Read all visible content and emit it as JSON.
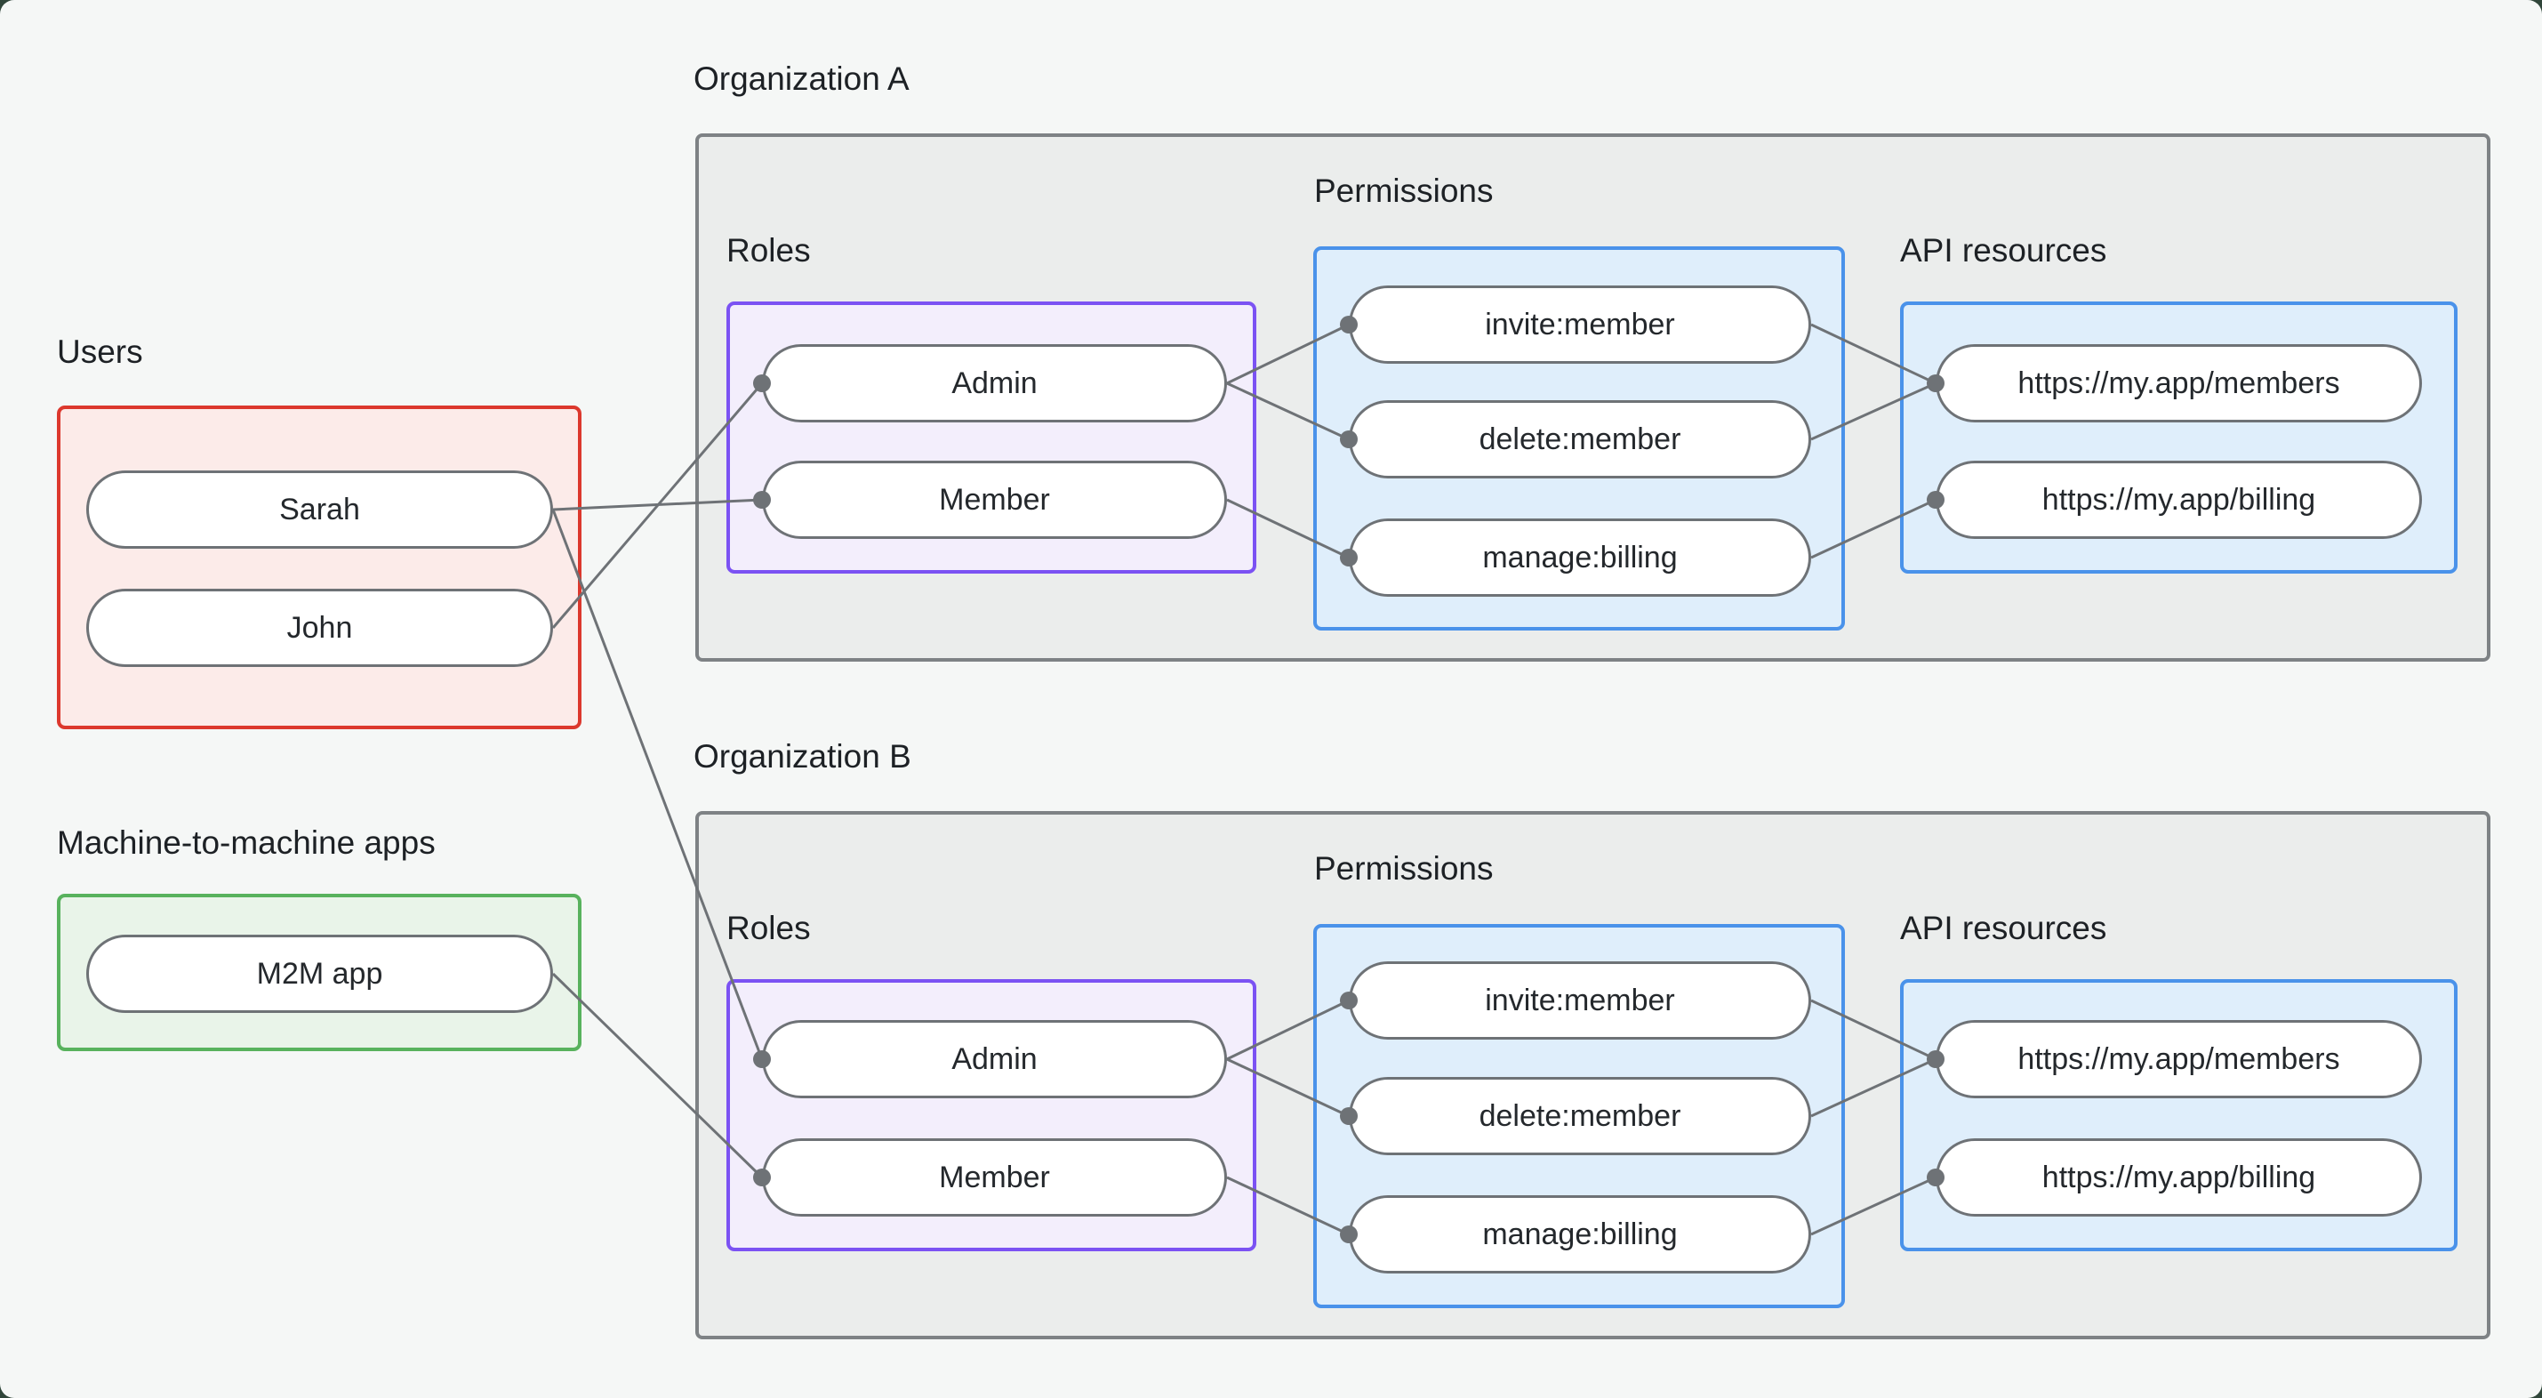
{
  "actors": {
    "users": {
      "label": "Users",
      "items": [
        "Sarah",
        "John"
      ]
    },
    "m2m": {
      "label": "Machine-to-machine apps",
      "items": [
        "M2M app"
      ]
    }
  },
  "organizations": [
    {
      "label": "Organization A",
      "roles": {
        "label": "Roles",
        "items": [
          "Admin",
          "Member"
        ]
      },
      "permissions": {
        "label": "Permissions",
        "items": [
          "invite:member",
          "delete:member",
          "manage:billing"
        ]
      },
      "api_resources": {
        "label": "API resources",
        "items": [
          "https://my.app/members",
          "https://my.app/billing"
        ]
      }
    },
    {
      "label": "Organization B",
      "roles": {
        "label": "Roles",
        "items": [
          "Admin",
          "Member"
        ]
      },
      "permissions": {
        "label": "Permissions",
        "items": [
          "invite:member",
          "delete:member",
          "manage:billing"
        ]
      },
      "api_resources": {
        "label": "API resources",
        "items": [
          "https://my.app/members",
          "https://my.app/billing"
        ]
      }
    }
  ],
  "edges": [
    {
      "from": "Sarah",
      "to": "Organization A / Member"
    },
    {
      "from": "John",
      "to": "Organization A / Admin"
    },
    {
      "from": "Sarah",
      "to": "Organization B / Admin"
    },
    {
      "from": "M2M app",
      "to": "Organization B / Member"
    },
    {
      "from": "Organization A / Admin",
      "to": "Organization A / invite:member"
    },
    {
      "from": "Organization A / Admin",
      "to": "Organization A / delete:member"
    },
    {
      "from": "Organization A / Member",
      "to": "Organization A / manage:billing"
    },
    {
      "from": "Organization A / invite:member",
      "to": "Organization A / https://my.app/members"
    },
    {
      "from": "Organization A / delete:member",
      "to": "Organization A / https://my.app/members"
    },
    {
      "from": "Organization A / manage:billing",
      "to": "Organization A / https://my.app/billing"
    },
    {
      "from": "Organization B / Admin",
      "to": "Organization B / invite:member"
    },
    {
      "from": "Organization B / Admin",
      "to": "Organization B / delete:member"
    },
    {
      "from": "Organization B / Member",
      "to": "Organization B / manage:billing"
    },
    {
      "from": "Organization B / invite:member",
      "to": "Organization B / https://my.app/members"
    },
    {
      "from": "Organization B / delete:member",
      "to": "Organization B / https://my.app/members"
    },
    {
      "from": "Organization B / manage:billing",
      "to": "Organization B / https://my.app/billing"
    }
  ],
  "colors": {
    "page_bg": "#f5f7f6",
    "org_fill": "#ebedec",
    "org_border": "#7e8285",
    "users_fill": "#fcebe9",
    "users_border": "#dc382d",
    "m2m_fill": "#e9f4e9",
    "m2m_border": "#58b25d",
    "roles_fill": "#f3eefc",
    "roles_border": "#7b52f3",
    "permissions_fill": "#dfeefb",
    "permissions_border": "#4a92ea",
    "node_fill": "#ffffff",
    "node_border": "#6e7276",
    "edge_line": "#6e7276",
    "text": "#1d2125"
  }
}
